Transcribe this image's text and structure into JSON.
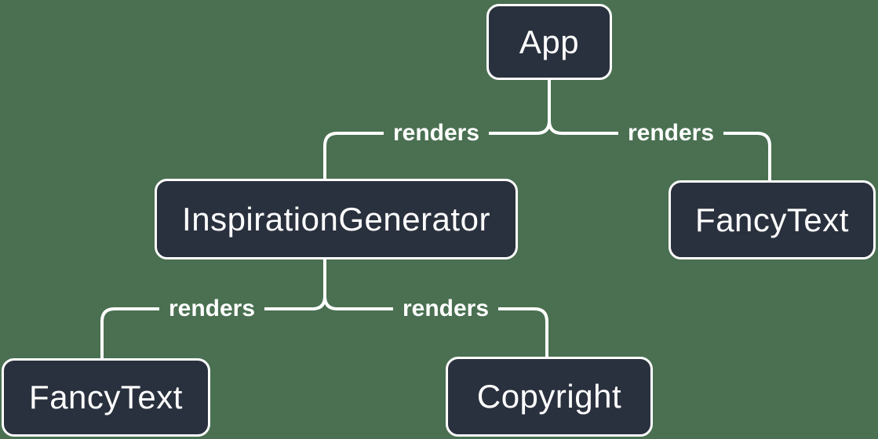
{
  "canvas": {
    "background_color": "#4A7051",
    "node_fill_color": "#2A313E",
    "node_border_color": "#FFFFFF",
    "node_text_color": "#FFFFFF",
    "edge_color": "#FFFFFF"
  },
  "diagram": {
    "type": "component-render-tree",
    "nodes": [
      {
        "id": "app",
        "label": "App"
      },
      {
        "id": "inspiration-generator",
        "label": "InspirationGenerator"
      },
      {
        "id": "fancy-text-top",
        "label": "FancyText"
      },
      {
        "id": "fancy-text-leaf",
        "label": "FancyText"
      },
      {
        "id": "copyright",
        "label": "Copyright"
      }
    ],
    "edges": [
      {
        "from": "App",
        "to": "InspirationGenerator",
        "label": "renders"
      },
      {
        "from": "App",
        "to": "FancyText",
        "label": "renders"
      },
      {
        "from": "InspirationGenerator",
        "to": "FancyText",
        "label": "renders"
      },
      {
        "from": "InspirationGenerator",
        "to": "Copyright",
        "label": "renders"
      }
    ]
  }
}
